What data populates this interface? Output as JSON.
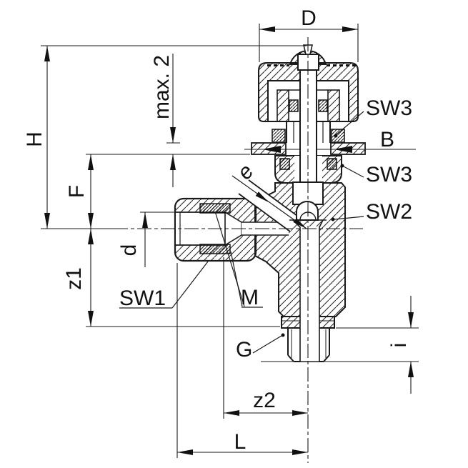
{
  "labels": {
    "D": "D",
    "H": "H",
    "max2": "max. 2",
    "F": "F",
    "d": "d",
    "z1": "z1",
    "z2": "z2",
    "L": "L",
    "i": "i",
    "B": "B",
    "e": "e",
    "M": "M",
    "G": "G",
    "SW1": "SW1",
    "SW2": "SW2",
    "SW3_upper": "SW3",
    "SW3_lower": "SW3"
  },
  "colors": {
    "background": "#ffffff",
    "line": "#1a1a1a"
  }
}
